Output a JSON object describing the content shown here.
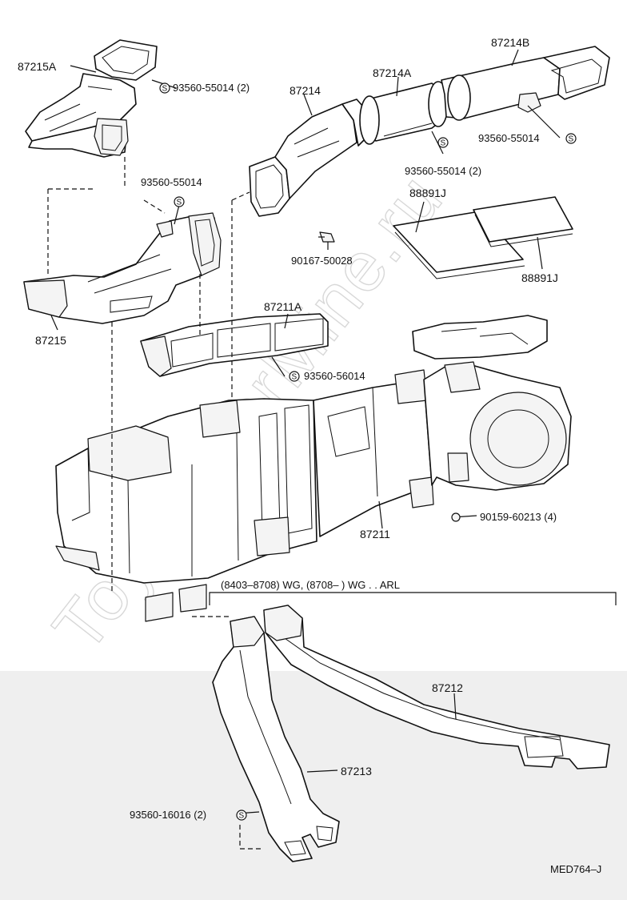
{
  "watermark": "ToyotaCarMine.ru",
  "labels": {
    "p87215A": "87215A",
    "p87214": "87214",
    "p87214A": "87214A",
    "p87214B": "87214B",
    "p87215": "87215",
    "p87211A": "87211A",
    "p87211": "87211",
    "p87212": "87212",
    "p87213": "87213",
    "p88891J_top": "88891J",
    "p88891J_bottom": "88891J",
    "screw_a": "93560-55014 (2)",
    "screw_b": "93560-55014",
    "screw_c": "93560-55014",
    "screw_d": "93560-55014 (2)",
    "screw_e": "93560-56014",
    "screw_f": "93560-16016 (2)",
    "bolt_a": "90167-50028",
    "bolt_b": "90159-60213 (4)",
    "applicability": "(8403–8708) WG, (8708–          ) WG . . ARL",
    "diagram_code": "MED764–J"
  },
  "screw_symbol": "S"
}
